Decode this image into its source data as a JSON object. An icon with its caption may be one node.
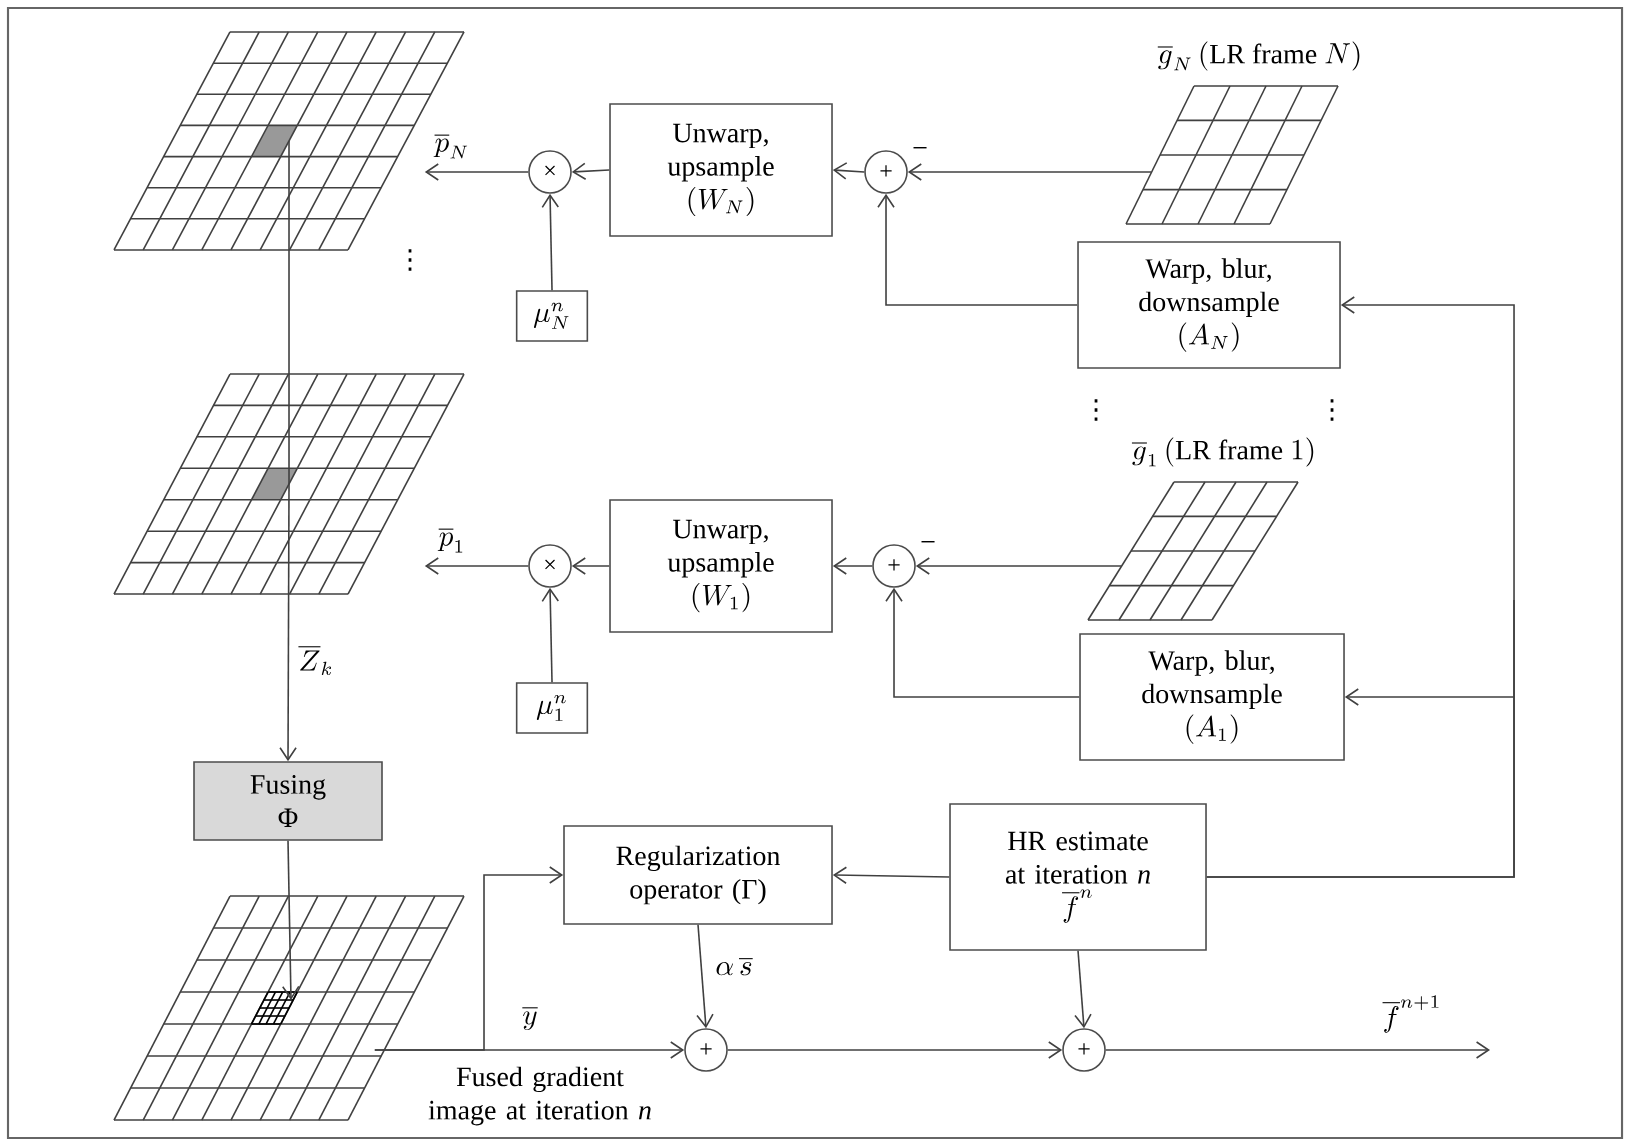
{
  "diagram": {
    "nodes": [
      {
        "text": [],
        "shape": "picture"
      },
      {
        "text": [],
        "shape": "picture"
      },
      {
        "text": [
          "Unwarp, upsample",
          "(W_N)"
        ]
      },
      {
        "text": [
          "×"
        ]
      },
      {
        "text": [
          "\\mu_N^n"
        ]
      },
      {
        "text": [
          "+"
        ]
      },
      {
        "text": [],
        "shape": "picture",
        "beside": [
          "\\overline{g}_N\\,(\\mathrm{LR\\ frame\\ }N)"
        ]
      },
      {
        "text": [
          "Warp, blur, downsample",
          "(A_N)"
        ]
      },
      {
        "text": [
          "Unwarp, upsample",
          "(W_1)"
        ]
      },
      {
        "text": [
          "×"
        ]
      },
      {
        "text": [
          "\\mu_1^n"
        ]
      },
      {
        "text": [
          "+"
        ]
      },
      {
        "text": [],
        "shape": "picture",
        "beside": [
          "\\overline{g}_1\\,(\\mathrm{LR\\ frame\\ }1)"
        ]
      },
      {
        "text": [
          "Warp, blur, downsample",
          "(A_1)"
        ]
      },
      {
        "text": [
          "Fusing Φ"
        ]
      },
      {
        "text": [],
        "shape": "picture",
        "beside": [
          "Fused gradient image at iteration *n*"
        ]
      },
      {
        "text": [
          "Regularization operator (Γ)"
        ]
      },
      {
        "text": [
          "+"
        ]
      },
      {
        "text": [
          "HR estimate at iteration *n*",
          "\\overline{f}^n"
        ]
      },
      {
        "text": [
          "+"
        ]
      }
    ],
    "edges": [
      {
        "from": 0,
        "to": 1,
        "arrow": "none"
      },
      {
        "from": 1,
        "to": 14,
        "arrow": "to",
        "label": "\\overline{Z}_k"
      },
      {
        "from": 6,
        "to": 5,
        "arrow": "to",
        "label": "−"
      },
      {
        "from": 7,
        "to": 5,
        "arrow": "to"
      },
      {
        "from": 5,
        "to": 2,
        "arrow": "to"
      },
      {
        "from": 2,
        "to": 3,
        "arrow": "to"
      },
      {
        "from": 4,
        "to": 3,
        "arrow": "to"
      },
      {
        "from": 3,
        "to": 0,
        "arrow": "to",
        "label": "\\overline{p}_N"
      },
      {
        "from": 12,
        "to": 11,
        "arrow": "to",
        "label": "−"
      },
      {
        "from": 13,
        "to": 11,
        "arrow": "to"
      },
      {
        "from": 11,
        "to": 8,
        "arrow": "to"
      },
      {
        "from": 8,
        "to": 9,
        "arrow": "to"
      },
      {
        "from": 10,
        "to": 9,
        "arrow": "to"
      },
      {
        "from": 9,
        "to": 1,
        "arrow": "to",
        "label": "\\overline{p}_1"
      },
      {
        "from": 14,
        "to": 15,
        "arrow": "to"
      },
      {
        "from": 18,
        "to": 7,
        "arrow": "to"
      },
      {
        "from": 18,
        "to": 13,
        "arrow": "to"
      },
      {
        "from": 18,
        "to": 16,
        "arrow": "to"
      },
      {
        "from": 18,
        "to": 19,
        "arrow": "to"
      },
      {
        "from": 16,
        "to": 17,
        "arrow": "to",
        "label": "\\alpha\\,\\overline{s}"
      },
      {
        "from": 15,
        "to": 17,
        "arrow": "to",
        "label": "\\overline{y}"
      },
      {
        "from": 15,
        "to": 16,
        "arrow": "to"
      },
      {
        "from": 17,
        "to": 19,
        "arrow": "to"
      },
      {
        "from": 19,
        "to": null,
        "arrow": "to",
        "label": "\\overline{f}^{n+1}"
      }
    ],
    "labels": [
      "⋮",
      "⋮",
      "⋮"
    ]
  }
}
